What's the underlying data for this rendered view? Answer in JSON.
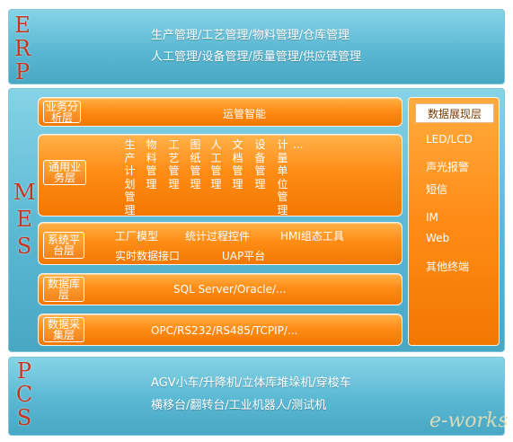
{
  "erp": {
    "label": "ERP",
    "line1": "生产管理/工艺管理/物料管理/仓库管理",
    "line2": "人工管理/设备管理/质量管理/供应链管理"
  },
  "mes": {
    "label": "MES",
    "layers": {
      "ops": {
        "tag": "业务分析层",
        "text": "运管智能"
      },
      "common": {
        "tag": "通用业务层",
        "columns": [
          "生产计划管理",
          "物料管理",
          "工艺管理",
          "图纸管理",
          "人工管理",
          "文档管理",
          "设备管理",
          "计量单位管理"
        ],
        "ellipsis": "..."
      },
      "platform": {
        "tag": "系统平台层",
        "items": [
          "工厂模型",
          "统计过程控件",
          "HMI组态工具",
          "实时数据接口",
          "UAP平台"
        ]
      },
      "database": {
        "tag": "数据库层",
        "text": "SQL Server/Oracle/..."
      },
      "collect": {
        "tag": "数据采集层",
        "text": "OPC/RS232/RS485/TCPIP/..."
      }
    },
    "display": {
      "title": "数据展现层",
      "items": [
        "LED/LCD",
        "声光报警",
        "短信",
        "IM",
        "Web",
        "其他终端"
      ]
    }
  },
  "pcs": {
    "label": "PCS",
    "line1": "AGV小车/升降机/立体库堆垛机/穿梭车",
    "line2": "横移台/翻转台/工业机器人/测试机"
  },
  "watermark": "e-works",
  "colors": {
    "band": "#5ab8d3",
    "layer": "#ff8d16",
    "label": "#c8341e",
    "text": "#ffffff"
  }
}
